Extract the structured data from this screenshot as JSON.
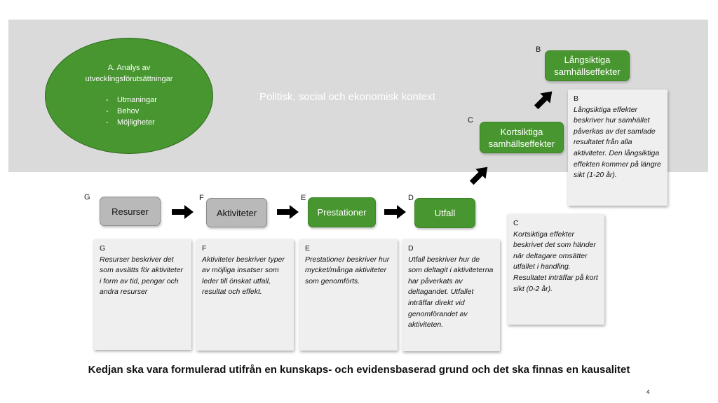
{
  "context_label": "Politisk, social och ekonomisk kontext",
  "analysis": {
    "title_line1": "A.  Analys av",
    "title_line2": "utvecklingsförutsättningar",
    "items": [
      "Utmaningar",
      "Behov",
      "Möjligheter"
    ]
  },
  "chain": [
    {
      "letter": "G",
      "label": "Resurser"
    },
    {
      "letter": "F",
      "label": "Aktiviteter"
    },
    {
      "letter": "E",
      "label": "Prestationer"
    },
    {
      "letter": "D",
      "label": "Utfall"
    }
  ],
  "effects": {
    "short": {
      "letter": "C",
      "line1": "Kortsiktiga",
      "line2": "samhällseffekter"
    },
    "long": {
      "letter": "B",
      "line1": "Långsiktiga",
      "line2": "samhällseffekter"
    }
  },
  "descriptions": {
    "G": {
      "letter": "G",
      "text": "Resurser beskriver det som avsätts för aktiviteter i form av tid, pengar och andra resurser"
    },
    "F": {
      "letter": "F",
      "text": "Aktiviteter beskriver typer av möjliga insatser som leder till önskat utfall, resultat och effekt."
    },
    "E": {
      "letter": "E",
      "text": "Prestationer beskriver hur mycket/många aktiviteter som genomförts."
    },
    "D": {
      "letter": "D",
      "text": "Utfall beskriver hur de som deltagit i aktiviteterna har påverkats av deltagandet. Utfallet inträffar direkt vid genomförandet av aktiviteten."
    },
    "C": {
      "letter": "C",
      "text": "Kortsiktiga effekter beskrivet det som händer när deltagare omsätter utfallet i handling. Resultatet inträffar på kort sikt (0-2 år)."
    },
    "B": {
      "letter": "B",
      "text": "Långsiktiga effekter beskriver hur samhället påverkas av det samlade resultatet från alla aktiviteter. Den långsiktiga effekten kommer på längre sikt (1-20 år)."
    }
  },
  "footer": "Kedjan ska vara formulerad utifrån en kunskaps- och evidensbaserad grund och det ska finnas en kausalitet",
  "page_number": "4",
  "colors": {
    "green": "#47962f",
    "gray_box": "#b9b9b9",
    "context_band": "#dadada",
    "desc_bg": "#efefef"
  }
}
